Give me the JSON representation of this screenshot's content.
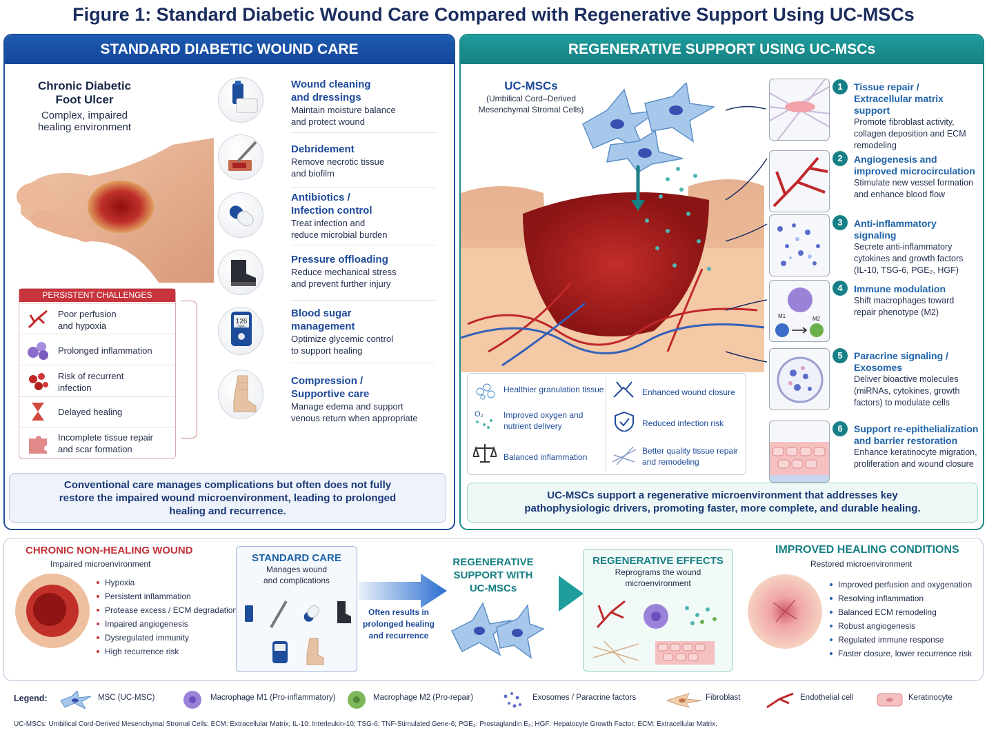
{
  "title": "Figure 1: Standard Diabetic Wound Care Compared with Regenerative Support Using UC-MSCs",
  "left": {
    "header": "STANDARD DIABETIC WOUND CARE",
    "ulcer_title_1": "Chronic Diabetic",
    "ulcer_title_2": "Foot Ulcer",
    "ulcer_sub_1": "Complex, impaired",
    "ulcer_sub_2": "healing environment",
    "treatments": [
      {
        "t1": "Wound cleaning",
        "t2": "and dressings",
        "d1": "Maintain moisture balance",
        "d2": "and protect wound",
        "icon": "dressing-icon"
      },
      {
        "t1": "Debridement",
        "t2": "",
        "d1": "Remove necrotic tissue",
        "d2": "and biofilm",
        "icon": "scalpel-icon"
      },
      {
        "t1": "Antibiotics /",
        "t2": "Infection control",
        "d1": "Treat infection and",
        "d2": "reduce microbial burden",
        "icon": "capsule-icon"
      },
      {
        "t1": "Pressure offloading",
        "t2": "",
        "d1": "Reduce mechanical stress",
        "d2": "and prevent further injury",
        "icon": "boot-icon"
      },
      {
        "t1": "Blood sugar",
        "t2": "management",
        "d1": "Optimize glycemic control",
        "d2": "to support healing",
        "icon": "glucometer-icon"
      },
      {
        "t1": "Compression /",
        "t2": "Supportive care",
        "d1": "Manage edema and support",
        "d2": "venous return when appropriate",
        "icon": "bandage-icon"
      }
    ],
    "glucometer_value": "126",
    "glucometer_unit": "mg/dL",
    "challenges_header": "PERSISTENT CHALLENGES",
    "challenges": [
      {
        "l1": "Poor perfusion",
        "l2": "and hypoxia"
      },
      {
        "l1": "Prolonged inflammation",
        "l2": ""
      },
      {
        "l1": "Risk of recurrent",
        "l2": "infection"
      },
      {
        "l1": "Delayed healing",
        "l2": ""
      },
      {
        "l1": "Incomplete tissue repair",
        "l2": "and scar formation"
      }
    ],
    "note_1": "Conventional care manages complications but often does not fully",
    "note_2": "restore the impaired wound microenvironment, leading to prolonged",
    "note_3": "healing and recurrence."
  },
  "right": {
    "header": "REGENERATIVE SUPPORT USING UC-MSCs",
    "mscs_title": "UC-MSCs",
    "mscs_sub_1": "(Umbilical Cord–Derived",
    "mscs_sub_2": "Mesenchymal Stromal Cells)",
    "mechanisms": [
      {
        "n": "1",
        "t1": "Tissue repair /",
        "t2": "Extracellular matrix support",
        "d": [
          "Promote fibroblast activity,",
          "collagen deposition and ECM",
          "remodeling"
        ]
      },
      {
        "n": "2",
        "t1": "Angiogenesis and",
        "t2": "improved microcirculation",
        "d": [
          "Stimulate new vessel formation",
          "and enhance blood flow"
        ]
      },
      {
        "n": "3",
        "t1": "Anti-inflammatory signaling",
        "t2": "",
        "d": [
          "Secrete anti-inflammatory",
          "cytokines and growth factors",
          "(IL-10, TSG-6, PGE₂, HGF)"
        ]
      },
      {
        "n": "4",
        "t1": "Immune modulation",
        "t2": "",
        "d": [
          "Shift macrophages toward",
          "repair phenotype (M2)"
        ]
      },
      {
        "n": "5",
        "t1": "Paracrine signaling /",
        "t2": "Exosomes",
        "d": [
          "Deliver bioactive molecules",
          "(miRNAs, cytokines, growth",
          "factors) to modulate cells"
        ]
      },
      {
        "n": "6",
        "t1": "Support re-epithelialization",
        "t2": "and barrier restoration",
        "d": [
          "Enhance keratinocyte migration,",
          "proliferation and wound closure"
        ]
      }
    ],
    "m1_label": "M1",
    "m2_label": "M2",
    "outcomes": [
      {
        "l1": "Healthier granulation tissue",
        "l2": ""
      },
      {
        "l1": "Improved oxygen and",
        "l2": "nutrient delivery"
      },
      {
        "l1": "Balanced inflammation",
        "l2": ""
      },
      {
        "l1": "Enhanced wound closure",
        "l2": ""
      },
      {
        "l1": "Reduced infection risk",
        "l2": ""
      },
      {
        "l1": "Better quality tissue repair",
        "l2": "and remodeling"
      }
    ],
    "o2_label": "O₂",
    "note_1": "UC-MSCs support a regenerative microenvironment that addresses key",
    "note_2": "pathophysiologic drivers, promoting faster, more complete, and durable healing."
  },
  "bottom": {
    "chronic_title": "CHRONIC NON-HEALING WOUND",
    "chronic_sub": "Impaired microenvironment",
    "chronic_items": [
      "Hypoxia",
      "Persistent inflammation",
      "Protease excess / ECM degradation",
      "Impaired angiogenesis",
      "Dysregulated immunity",
      "High recurrence risk"
    ],
    "std_title": "STANDARD CARE",
    "std_sub_1": "Manages wound",
    "std_sub_2": "and complications",
    "std_result_1": "Often results in",
    "std_result_2": "prolonged healing",
    "std_result_3": "and recurrence",
    "regen_1": "REGENERATIVE",
    "regen_2": "SUPPORT WITH",
    "regen_3": "UC-MSCs",
    "effects_title": "REGENERATIVE EFFECTS",
    "effects_sub_1": "Reprograms the wound",
    "effects_sub_2": "microenvironment",
    "improved_title": "IMPROVED HEALING CONDITIONS",
    "improved_sub": "Restored microenvironment",
    "improved_items": [
      "Improved perfusion and oxygenation",
      "Resolving inflammation",
      "Balanced ECM remodeling",
      "Robust angiogenesis",
      "Regulated immune response",
      "Faster closure, lower recurrence risk"
    ]
  },
  "legend": {
    "label": "Legend:",
    "items": [
      "MSC (UC-MSC)",
      "Macrophage M1 (Pro-inflammatory)",
      "Macrophage M2 (Pro-repair)",
      "Exosomes / Paracrine factors",
      "Fibroblast",
      "Endothelial cell",
      "Keratinocyte"
    ]
  },
  "footnote": "UC-MSCs: Umbilical Cord-Derived Mesenchymal Stromal Cells; ECM: Extracellular Matrix; IL-10: Interleukin-10; TSG-6: TNF-Stimulated Gene-6; PGE₂: Prostaglandin E₂; HGF: Hepatocyte Growth Factor; ECM: Extracellular Matrix.",
  "colors": {
    "blue": "#1d5bb0",
    "teal": "#1f9c9c",
    "red": "#c8343d"
  }
}
